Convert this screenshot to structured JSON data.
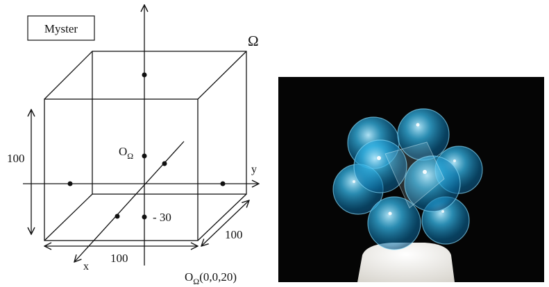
{
  "left_panel": {
    "title_box": "Myster",
    "omega_symbol": "Ω",
    "axis_x_label": "x",
    "axis_y_label": "y",
    "dim_vertical": "100",
    "dim_bottom": "100",
    "dim_right": "100",
    "origin_label": {
      "main": "O",
      "sub": "Ω"
    },
    "tick_label": "- 30",
    "origin_coords": {
      "main": "O",
      "sub": "Ω",
      "coords": "(0,0,20)"
    }
  },
  "right_panel": {
    "photo_subject": "cluster of translucent blue spheres on white pedestal",
    "colors": {
      "background": "#050505",
      "sphere": "#2ab3e6",
      "pedestal": "#efeee8"
    }
  }
}
